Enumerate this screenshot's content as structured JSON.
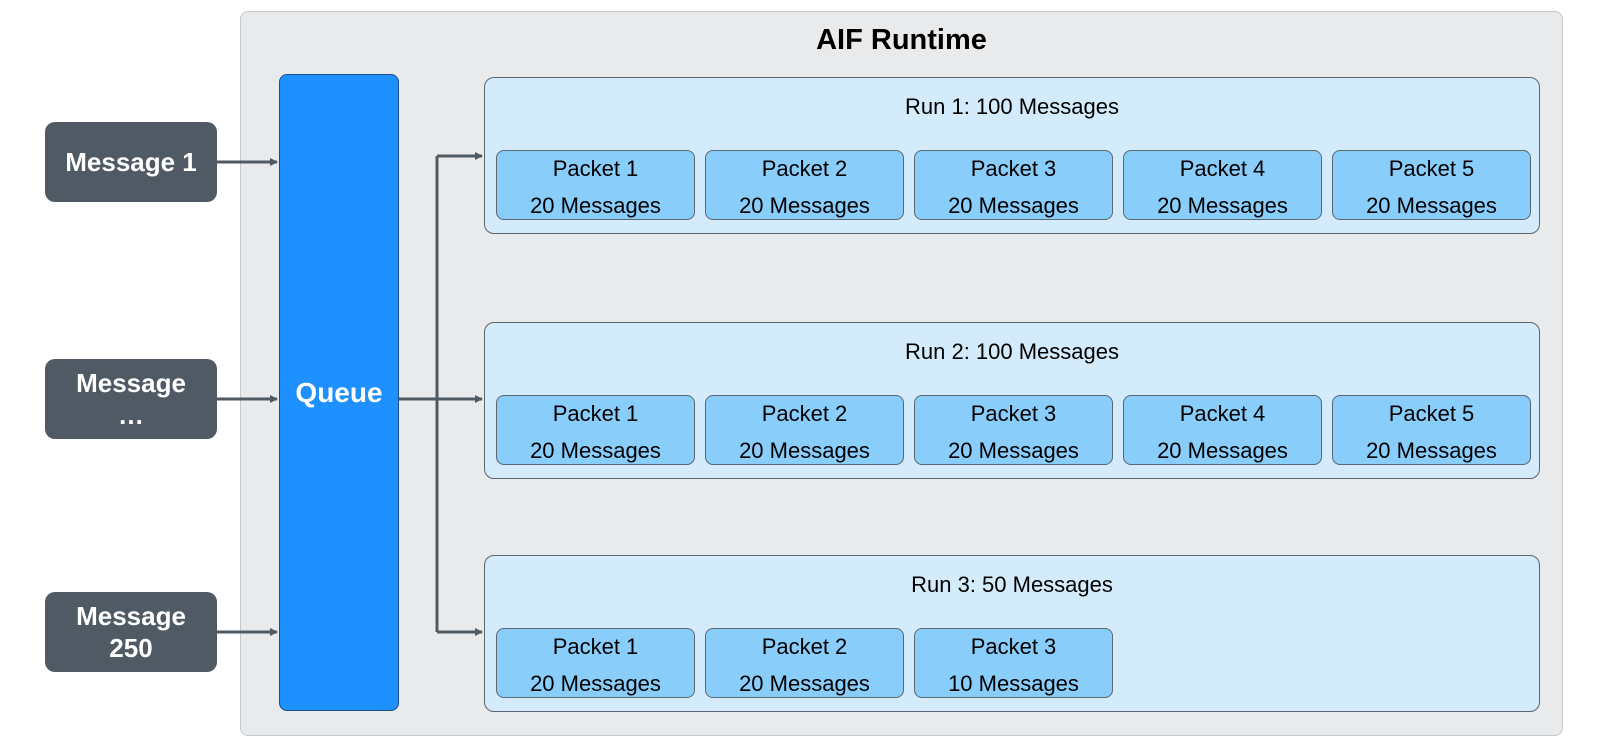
{
  "title": "AIF Runtime",
  "messages": [
    {
      "label": "Message 1"
    },
    {
      "label": "Message\n…"
    },
    {
      "label": "Message\n250"
    }
  ],
  "queue": {
    "label": "Queue"
  },
  "runs": [
    {
      "title": "Run 1: 100 Messages",
      "packets": [
        {
          "name": "Packet 1",
          "count": "20 Messages"
        },
        {
          "name": "Packet 2",
          "count": "20 Messages"
        },
        {
          "name": "Packet 3",
          "count": "20 Messages"
        },
        {
          "name": "Packet 4",
          "count": "20 Messages"
        },
        {
          "name": "Packet 5",
          "count": "20 Messages"
        }
      ]
    },
    {
      "title": "Run 2: 100 Messages",
      "packets": [
        {
          "name": "Packet 1",
          "count": "20 Messages"
        },
        {
          "name": "Packet 2",
          "count": "20 Messages"
        },
        {
          "name": "Packet 3",
          "count": "20 Messages"
        },
        {
          "name": "Packet 4",
          "count": "20 Messages"
        },
        {
          "name": "Packet 5",
          "count": "20 Messages"
        }
      ]
    },
    {
      "title": "Run 3: 50 Messages",
      "packets": [
        {
          "name": "Packet 1",
          "count": "20 Messages"
        },
        {
          "name": "Packet 2",
          "count": "20 Messages"
        },
        {
          "name": "Packet 3",
          "count": "10 Messages"
        }
      ]
    }
  ],
  "colors": {
    "message_box": "#4f5a64",
    "queue": "#1e90ff",
    "run_box": "#d3ebfb",
    "packet_box": "#89cdfb",
    "runtime_bg": "#e9eaeb",
    "connector": "#4f5a64"
  }
}
